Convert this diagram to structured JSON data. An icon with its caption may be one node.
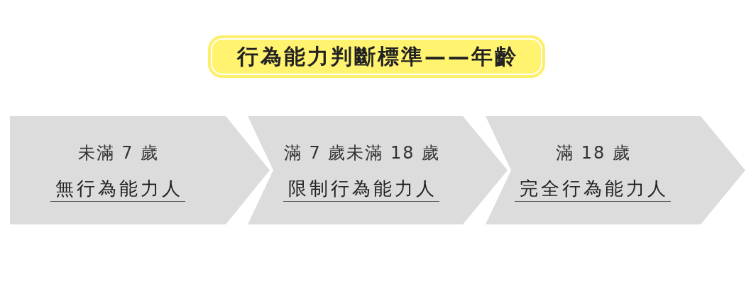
{
  "diagram": {
    "title": "行為能力判斷標準——年齡",
    "nodes": [
      {
        "text": [
          "未滿 7 歲",
          "無行為能力人"
        ]
      },
      {
        "text": [
          "滿 7 歲未滿 18 歲",
          "限制行為能力人"
        ]
      },
      {
        "text": [
          "滿 18 歲",
          "完全行為能力人"
        ]
      }
    ]
  }
}
